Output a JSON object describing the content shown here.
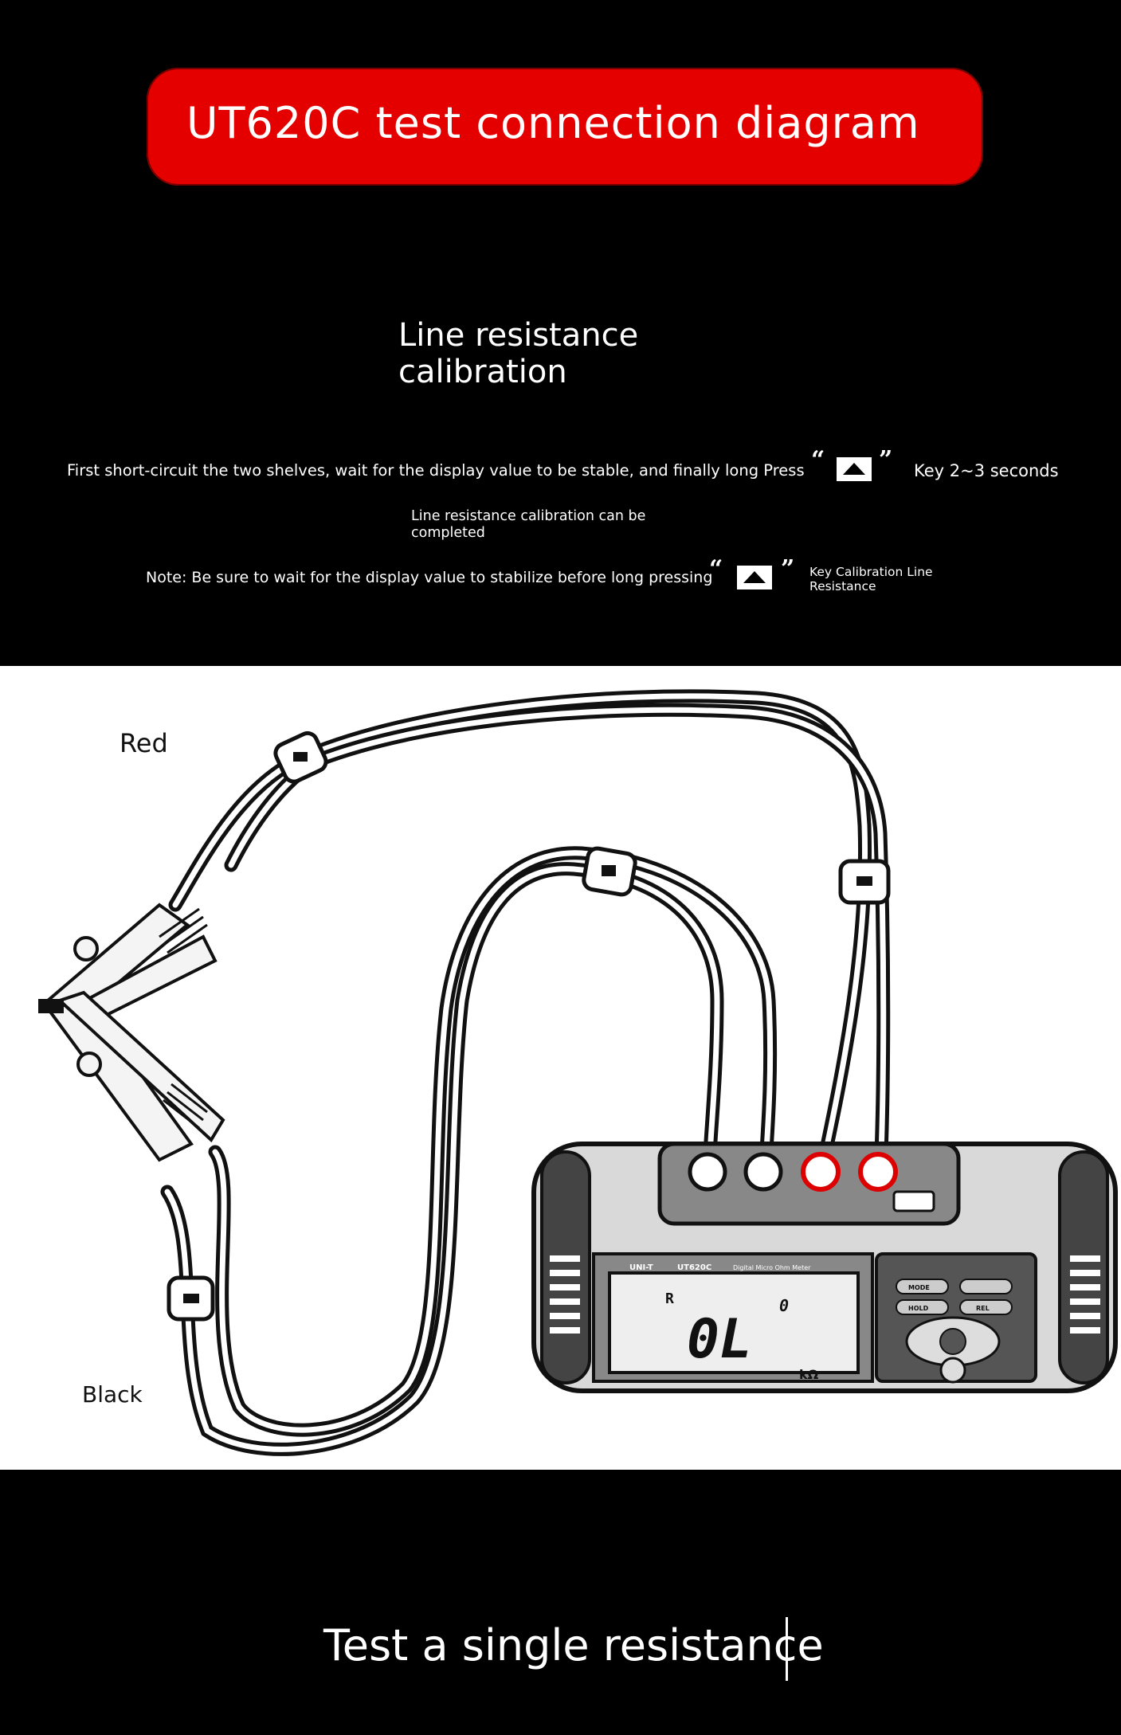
{
  "banner": {
    "title": "UT620C test connection diagram"
  },
  "section": {
    "title": "Line resistance calibration"
  },
  "instructions": {
    "line1": "First short-circuit the two shelves, wait for the display value to be stable, and finally long Press",
    "line1_key": "Key 2~3 seconds",
    "line2": "Line resistance calibration can be completed",
    "line3": "Note: Be sure to wait for the display value to stabilize before long pressing",
    "line3_key": "Key Calibration Line Resistance",
    "open_quote": "“",
    "close_quote": "”"
  },
  "diagram": {
    "label_red": "Red",
    "label_black": "Black",
    "display_reading": "0L",
    "display_range": "R",
    "display_zero": "0",
    "display_unit": "kΩ",
    "brand": "UNI-T",
    "model": "UT620C",
    "device_name": "Digital Micro Ohm Meter",
    "button_mode": "MODE",
    "button_hold": "HOLD",
    "button_rel": "REL"
  },
  "footer": {
    "title": "Test a single resistance"
  }
}
